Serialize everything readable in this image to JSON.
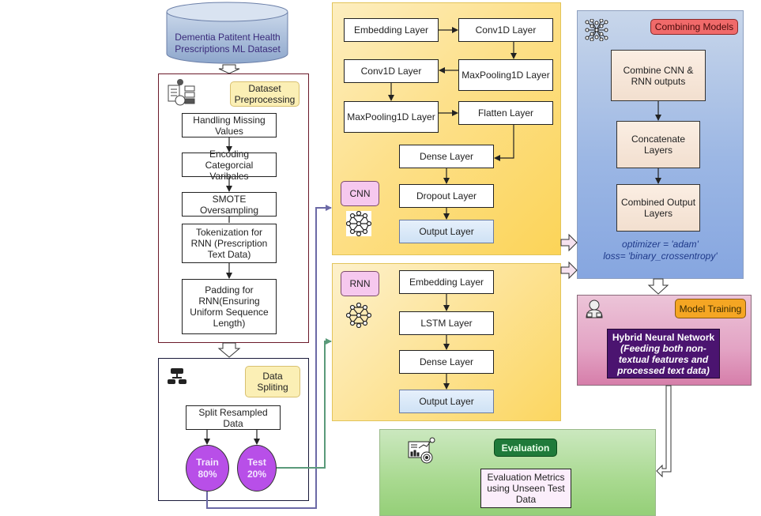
{
  "dataset": {
    "label": "Dementia Patitent Health Prescriptions ML Dataset"
  },
  "preprocessing": {
    "tag": "Dataset Preprocessing",
    "steps": [
      "Handling Missing Values",
      "Encoding Categorcial Varibales",
      "SMOTE Oversampling",
      "Tokenization for RNN (Prescription Text Data)",
      "Padding for RNN(Ensuring Uniform Sequence Length)"
    ]
  },
  "splitting": {
    "tag": "Data Spliting",
    "split_box": "Split Resampled Data",
    "train": {
      "label": "Train",
      "pct": "80%"
    },
    "test": {
      "label": "Test",
      "pct": "20%"
    }
  },
  "cnn": {
    "tag": "CNN",
    "layers": {
      "embedding": "Embedding Layer",
      "conv1": "Conv1D Layer",
      "pool1": "MaxPooling1D Layer",
      "conv2": "Conv1D Layer",
      "pool2": "MaxPooling1D Layer",
      "flatten": "Flatten Layer",
      "dense": "Dense Layer",
      "dropout": "Dropout Layer",
      "output": "Output Layer"
    }
  },
  "rnn": {
    "tag": "RNN",
    "layers": {
      "embedding": "Embedding Layer",
      "lstm": "LSTM Layer",
      "dense": "Dense Layer",
      "output": "Output Layer"
    }
  },
  "combining": {
    "tag": "Combining Models",
    "steps": [
      "Combine CNN & RNN outputs",
      "Concatenate Layers",
      "Combined Output Layers"
    ],
    "optimizer": "optimizer = 'adam'",
    "loss": "loss=  'binary_crossentropy'"
  },
  "training": {
    "tag": "Model Training",
    "title": "Hybrid Neural Network",
    "desc": "(Feeding both non-textual features and  processed text data)"
  },
  "evaluation": {
    "tag": "Evaluation",
    "box": "Evaluation Metrics using Unseen Test Data"
  },
  "colors": {
    "cnn_panel": "#fcd75a",
    "combining_panel": "#8fb0e6",
    "training_panel": "#dc8fb4",
    "evaluation_panel": "#a8d98f",
    "split_circle": "#b84fe8",
    "combining_tag": "#f06a6a",
    "training_tag": "#f5a623",
    "evaluation_tag": "#1f7a3a",
    "train_line": "#6b69a6",
    "test_line": "#5a9a7a"
  }
}
